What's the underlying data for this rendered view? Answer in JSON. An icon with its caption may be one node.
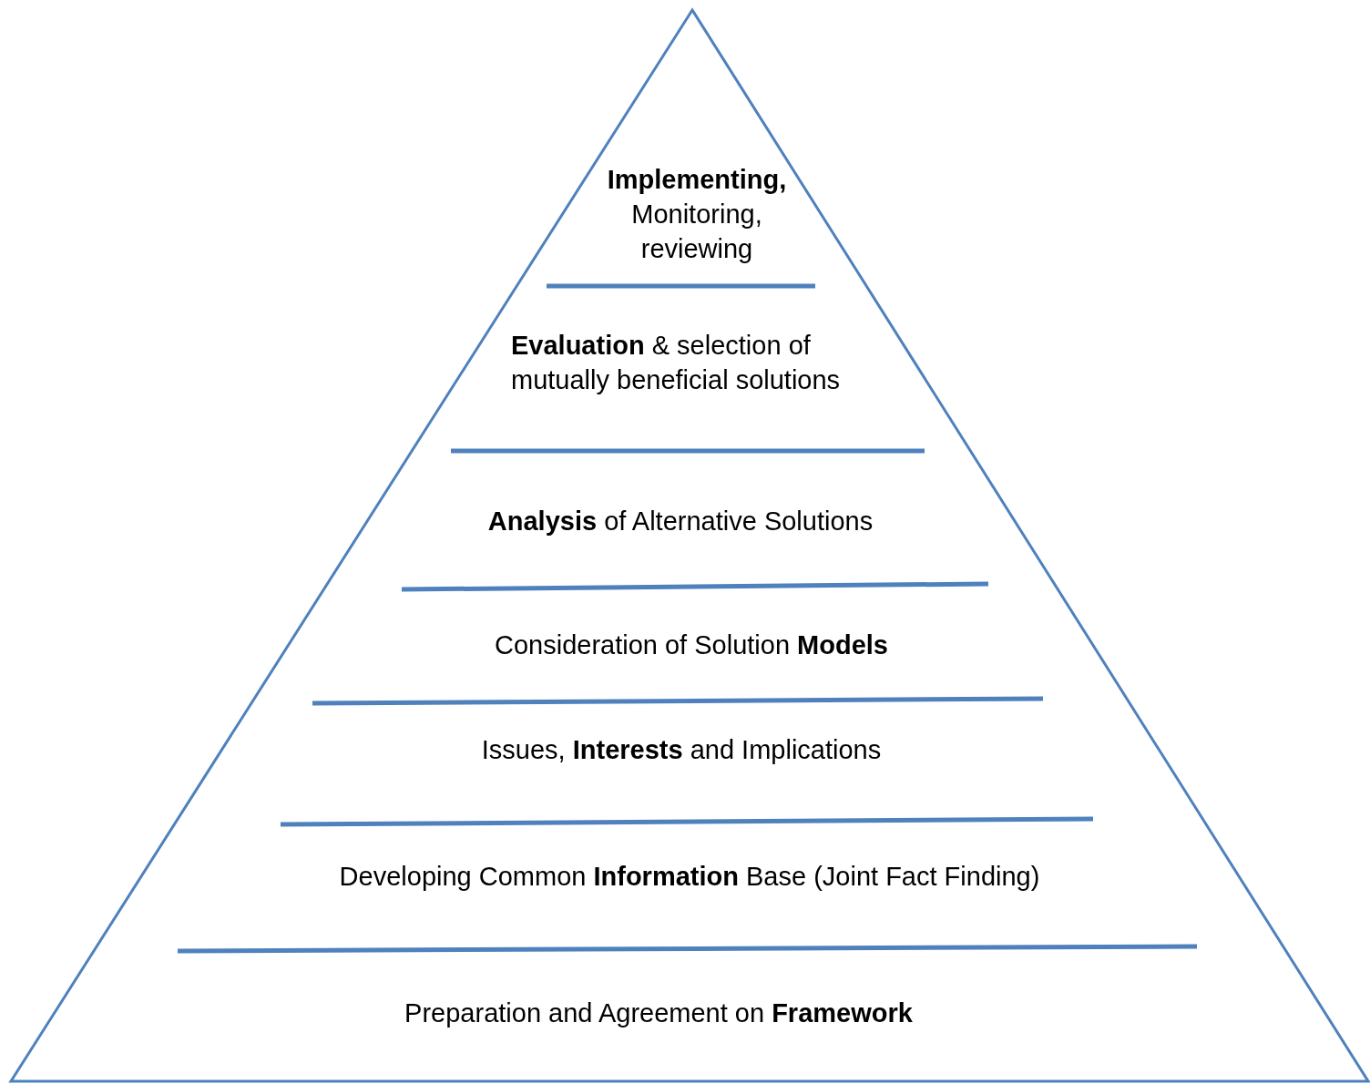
{
  "diagram": {
    "nodes": [
      {
        "text": [
          "**Implementing,** Monitoring, reviewing"
        ]
      },
      {
        "text": [
          "**Evaluation** & selection of mutually beneficial solutions"
        ]
      },
      {
        "text": [
          "**Analysis** of Alternative Solutions"
        ]
      },
      {
        "text": [
          "Consideration of Solution **Models**"
        ]
      },
      {
        "text": [
          "Issues, **Interests** and Implications"
        ]
      },
      {
        "text": [
          "Developing Common **Information** Base (Joint Fact Finding)"
        ]
      },
      {
        "text": [
          "Preparation and Agreement on **Framework**"
        ]
      }
    ]
  }
}
